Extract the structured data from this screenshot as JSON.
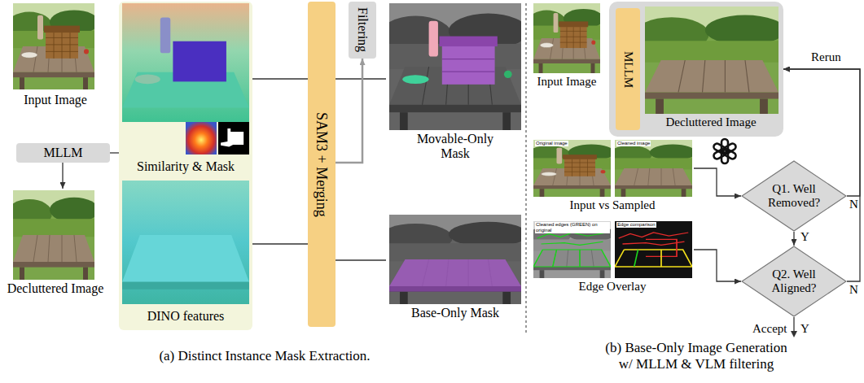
{
  "diagram": {
    "nodes": [
      {
        "text": [
          "Input Image"
        ]
      },
      {
        "text": [
          "MLLM"
        ]
      },
      {
        "text": [
          "Decluttered Image"
        ]
      },
      {
        "text": [
          "Similarity & Mask",
          "DINO features"
        ]
      },
      {
        "text": [
          "SAM3 + Merging"
        ]
      },
      {
        "text": [
          "Filtering"
        ]
      },
      {
        "text": [
          "Movable-Only Mask"
        ]
      },
      {
        "text": [
          "Base-Only Mask"
        ]
      },
      {
        "text": [
          "Input Image"
        ]
      },
      {
        "text": [
          "Decluttered Image"
        ]
      },
      {
        "text": [
          "MLLM"
        ],
        "in": 9
      },
      {
        "text": [
          "Input vs Sampled"
        ]
      },
      {
        "text": [
          "Edge Overlay"
        ]
      },
      {
        "text": [
          "Q1. Well Removed?"
        ]
      },
      {
        "text": [
          "Q2. Well Aligned?"
        ]
      }
    ],
    "edges": [
      {
        "from": 1,
        "to": 2,
        "arrow": "to"
      },
      {
        "from": 1,
        "to": 3,
        "arrow": "none"
      },
      {
        "from": 3,
        "to": 4,
        "arrow": "none"
      },
      {
        "from": 3,
        "to": 4,
        "arrow": "none"
      },
      {
        "from": 4,
        "to": 6,
        "arrow": "none"
      },
      {
        "from": 4,
        "to": 5,
        "arrow": "to"
      },
      {
        "from": 4,
        "to": 7,
        "arrow": "none"
      },
      {
        "from": 11,
        "to": 13,
        "arrow": "to"
      },
      {
        "from": 12,
        "to": 14,
        "arrow": "to"
      },
      {
        "from": 13,
        "to": 14,
        "arrow": "to",
        "label": "Y"
      },
      {
        "from": 13,
        "to": 9,
        "arrow": "to",
        "label": "N"
      },
      {
        "from": 14,
        "to": 9,
        "arrow": "to",
        "label": "N"
      }
    ],
    "labels": [
      "Original image",
      "Cleaned image",
      "Cleaned edges (GREEN) on original",
      "Edge comparison",
      "Rerun",
      "Accept",
      "Y",
      "(a) Distinct Instance Mask Extraction.",
      "(b) Base-Only Image Generation w/ MLLM & VLM filtering"
    ]
  }
}
